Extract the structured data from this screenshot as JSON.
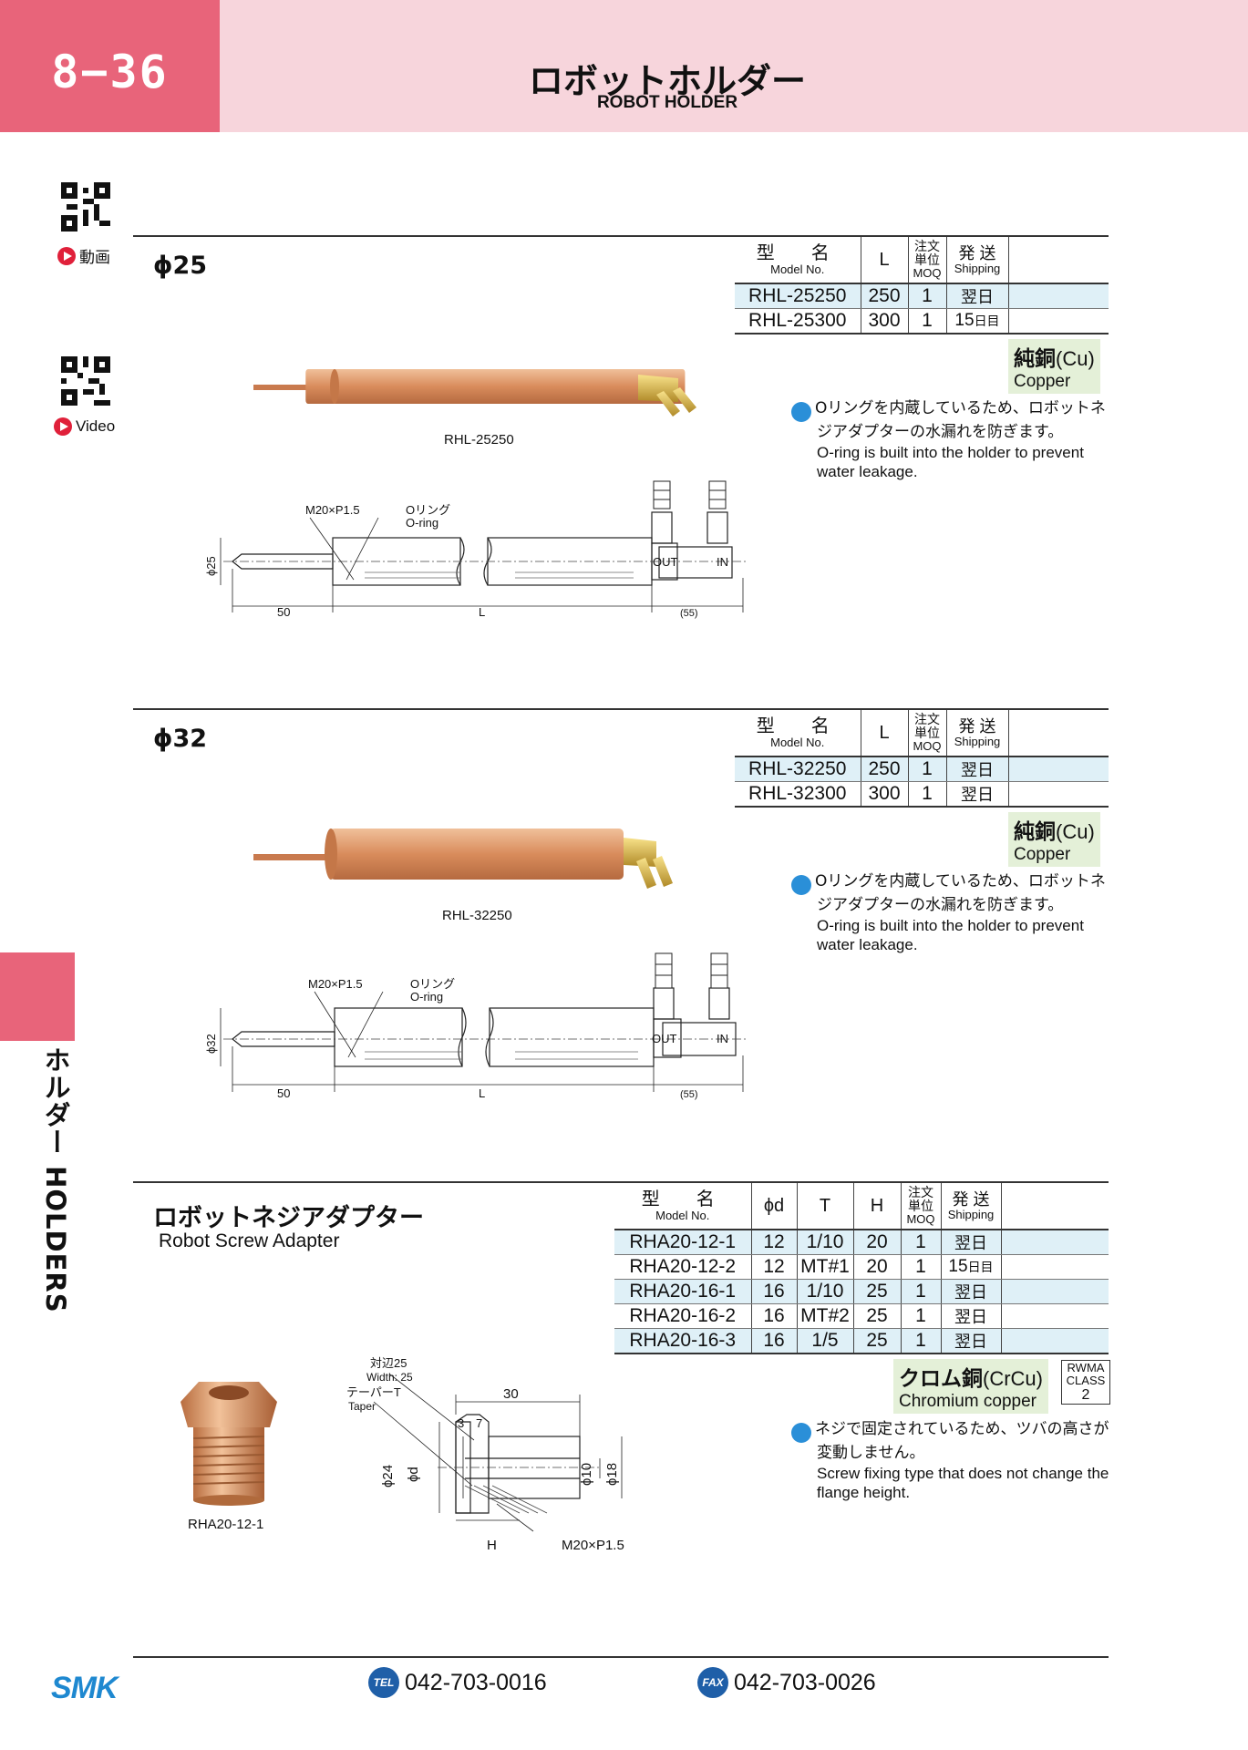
{
  "header": {
    "page_number": "8−36",
    "title_jp": "ロボットホルダー",
    "title_en": "ROBOT HOLDER"
  },
  "side_tab": {
    "label": "ホルダー HOLDERS"
  },
  "qr_links": [
    {
      "label": "動画"
    },
    {
      "label": "Video"
    }
  ],
  "table_headers": {
    "model_jp": "型　名",
    "model_en": "Model No.",
    "L": "L",
    "d": "ϕd",
    "T": "T",
    "H": "H",
    "moq_jp": "注文単位",
    "moq_en": "MOQ",
    "ship_jp": "発 送",
    "ship_en": "Shipping"
  },
  "sections": [
    {
      "title": "ϕ25",
      "rows": [
        {
          "model": "RHL-25250",
          "L": "250",
          "moq": "1",
          "shipping": "翌日"
        },
        {
          "model": "RHL-25300",
          "L": "300",
          "moq": "1",
          "shipping_num": "15",
          "shipping_unit": "日目"
        }
      ],
      "material_jp": "純銅",
      "material_sym": "(Cu)",
      "material_en": "Copper",
      "note_jp": "Oリングを内蔵しているため、ロボットネジアダプターの水漏れを防ぎます。",
      "note_en": "O-ring is built into the holder to prevent water leakage.",
      "photo_caption": "RHL-25250",
      "dims": {
        "thread": "M20×P1.5",
        "oring_jp": "Oリング",
        "oring_en": "O-ring",
        "dia": "ϕ25",
        "len1": "50",
        "len2": "L",
        "len3": "(55)",
        "out": "OUT",
        "in": "IN"
      }
    },
    {
      "title": "ϕ32",
      "rows": [
        {
          "model": "RHL-32250",
          "L": "250",
          "moq": "1",
          "shipping": "翌日"
        },
        {
          "model": "RHL-32300",
          "L": "300",
          "moq": "1",
          "shipping": "翌日"
        }
      ],
      "material_jp": "純銅",
      "material_sym": "(Cu)",
      "material_en": "Copper",
      "note_jp": "Oリングを内蔵しているため、ロボットネジアダプターの水漏れを防ぎます。",
      "note_en": "O-ring is built into the holder to prevent water leakage.",
      "photo_caption": "RHL-32250",
      "dims": {
        "thread": "M20×P1.5",
        "oring_jp": "Oリング",
        "oring_en": "O-ring",
        "dia": "ϕ32",
        "len1": "50",
        "len2": "L",
        "len3": "(55)",
        "out": "OUT",
        "in": "IN"
      }
    }
  ],
  "adapter": {
    "title_jp": "ロボットネジアダプター",
    "title_en": "Robot Screw Adapter",
    "rows": [
      {
        "model": "RHA20-12-1",
        "d": "12",
        "T": "1/10",
        "H": "20",
        "moq": "1",
        "shipping": "翌日"
      },
      {
        "model": "RHA20-12-2",
        "d": "12",
        "T": "MT#1",
        "H": "20",
        "moq": "1",
        "shipping_num": "15",
        "shipping_unit": "日目"
      },
      {
        "model": "RHA20-16-1",
        "d": "16",
        "T": "1/10",
        "H": "25",
        "moq": "1",
        "shipping": "翌日"
      },
      {
        "model": "RHA20-16-2",
        "d": "16",
        "T": "MT#2",
        "H": "25",
        "moq": "1",
        "shipping": "翌日"
      },
      {
        "model": "RHA20-16-3",
        "d": "16",
        "T": "1/5",
        "H": "25",
        "moq": "1",
        "shipping": "翌日"
      }
    ],
    "material_jp": "クロム銅",
    "material_sym": "(CrCu)",
    "material_en": "Chromium copper",
    "rwma": {
      "line1": "RWMA",
      "line2": "CLASS",
      "line3": "2"
    },
    "note_jp": "ネジで固定されているため、ツバの高さが変動しません。",
    "note_en": "Screw fixing type that does not change the flange height.",
    "photo_caption": "RHA20-12-1",
    "dims": {
      "width_jp": "対辺25",
      "width_en": "Width: 25",
      "taper_jp": "テーパーT",
      "taper_en": "Taper",
      "len30": "30",
      "d3": "3",
      "d7": "7",
      "dia24": "ϕ24",
      "diad": "ϕd",
      "dia10": "ϕ10",
      "dia18": "ϕ18",
      "H": "H",
      "thread": "M20×P1.5"
    }
  },
  "footer": {
    "logo": "SMK",
    "tel_badge": "TEL",
    "tel": "042-703-0016",
    "fax_badge": "FAX",
    "fax": "042-703-0026"
  },
  "colors": {
    "accent": "#e8647a",
    "header_band": "#f7d5dc",
    "row_tint": "#dff0f7",
    "material_tag": "#e4f0d8",
    "info_icon": "#2a8fd8",
    "copper": "#d99467"
  }
}
